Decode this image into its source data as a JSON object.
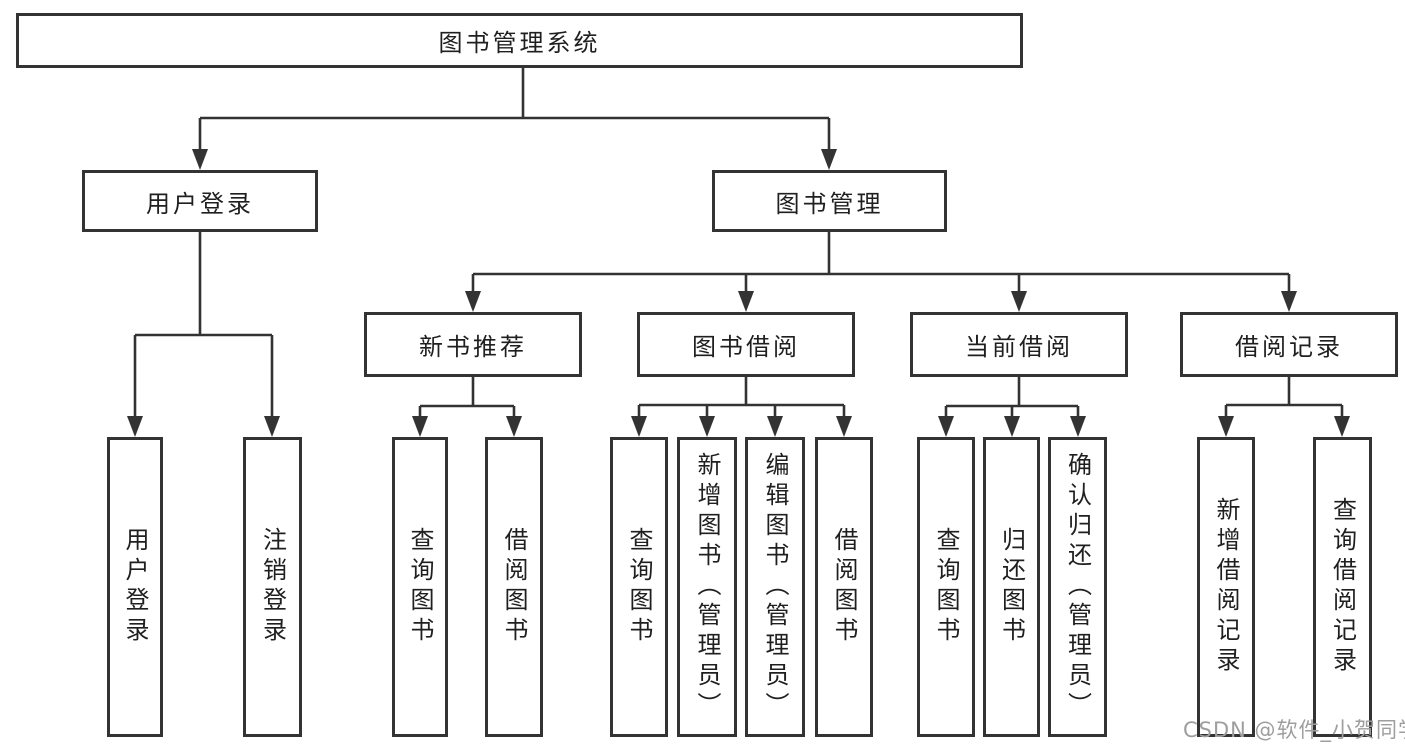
{
  "diagram": {
    "title": "图书管理系统",
    "root": {
      "label": "图书管理系统"
    },
    "level2": {
      "user_login": {
        "label": "用户登录"
      },
      "book_mgmt": {
        "label": "图书管理"
      }
    },
    "level3": {
      "new_book": {
        "label": "新书推荐"
      },
      "book_borrow": {
        "label": "图书借阅"
      },
      "current_borrow": {
        "label": "当前借阅"
      },
      "borrow_record": {
        "label": "借阅记录"
      }
    },
    "leaves": {
      "user_login": [
        "用户登录",
        "注销登录"
      ],
      "new_book": [
        "查询图书",
        "借阅图书"
      ],
      "book_borrow": [
        "查询图书",
        "新增图书（管理员）",
        "编辑图书（管理员）",
        "借阅图书"
      ],
      "current_borrow": [
        "查询图书",
        "归还图书",
        "确认归还（管理员）"
      ],
      "borrow_record": [
        "新增借阅记录",
        "查询借阅记录"
      ]
    }
  },
  "colors": {
    "line": "#333333",
    "border": "#333333",
    "text": "#1f1f1f",
    "background": "#ffffff",
    "watermark": "#9e9e9e"
  },
  "watermark": {
    "text": "CSDN @软件_小贺同学"
  }
}
